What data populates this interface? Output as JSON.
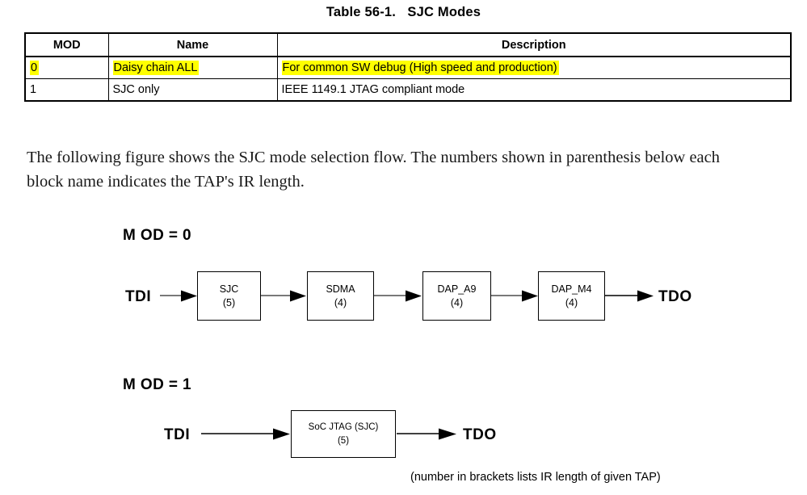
{
  "document": {
    "table_caption": "Table 56-1.   SJC Modes",
    "intro_paragraph": "The following figure shows the SJC mode selection flow. The numbers shown in parenthesis below each block name indicates the TAP's IR length.",
    "footnote": "(number in brackets lists IR length of given TAP)"
  },
  "table": {
    "headers": [
      "MOD",
      "Name",
      "Description"
    ],
    "rows": [
      {
        "mod": "0",
        "name": "Daisy chain ALL",
        "description": "For common SW debug (High speed and production)",
        "highlighted": true
      },
      {
        "mod": "1",
        "name": "SJC only",
        "description": "IEEE 1149.1 JTAG compliant mode",
        "highlighted": false
      }
    ],
    "highlight_color": "#ffff00"
  },
  "diagrams": [
    {
      "label": "M OD = 0",
      "input_port": "TDI",
      "output_port": "TDO",
      "blocks": [
        {
          "name": "SJC",
          "ir": "(5)"
        },
        {
          "name": "SDMA",
          "ir": "(4)"
        },
        {
          "name": "DAP_A9",
          "ir": "(4)"
        },
        {
          "name": "DAP_M4",
          "ir": "(4)"
        }
      ]
    },
    {
      "label": "M OD = 1",
      "input_port": "TDI",
      "output_port": "TDO",
      "blocks": [
        {
          "name": "SoC JTAG (SJC)",
          "ir": "(5)"
        }
      ]
    }
  ]
}
